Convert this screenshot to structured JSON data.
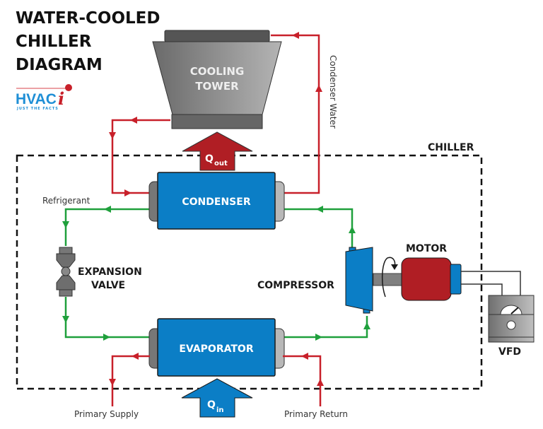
{
  "title": {
    "line1": "WATER-COOLED",
    "line2": "CHILLER",
    "line3": "DIAGRAM"
  },
  "logo": {
    "text": "HVAC",
    "accent": "i",
    "tagline": "JUST THE FACTS"
  },
  "components": {
    "cooling_tower": {
      "line1": "COOLING",
      "line2": "TOWER"
    },
    "condenser": "CONDENSER",
    "evaporator": "EVAPORATOR",
    "expansion_valve": {
      "line1": "EXPANSION",
      "line2": "VALVE"
    },
    "compressor": "COMPRESSOR",
    "motor": "MOTOR",
    "vfd": "VFD",
    "chiller_boundary": "CHILLER"
  },
  "heat": {
    "out": {
      "symbol": "Q",
      "subscript": "out"
    },
    "in": {
      "symbol": "Q",
      "subscript": "in"
    }
  },
  "flow_labels": {
    "condenser_water": "Condenser Water",
    "refrigerant": "Refrigerant",
    "primary_supply": "Primary Supply",
    "primary_return": "Primary Return"
  },
  "colors": {
    "water_line": "#c8202a",
    "refrigerant_line": "#1fa03c",
    "component_blue": "#0b7ec6",
    "motor_red": "#b01e24",
    "gray": "#6e6e6e"
  }
}
